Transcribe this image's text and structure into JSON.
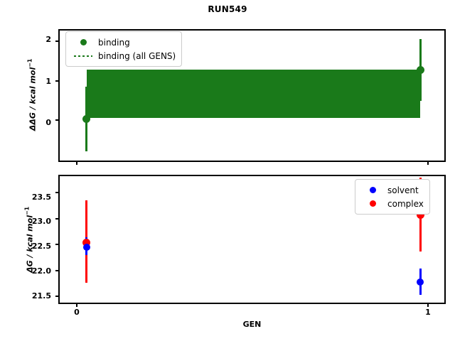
{
  "title": "RUN549",
  "xlabel": "GEN",
  "panels": {
    "top": {
      "ylabel_main": "ΔΔG / kcal mol",
      "ylabel_sup": "−1",
      "yticks": [
        "0",
        "1",
        "2"
      ],
      "legend": [
        {
          "label": "binding",
          "key": "marker",
          "color": "#1a7a1a"
        },
        {
          "label": "binding (all GENS)",
          "key": "dotted",
          "color": "#1a7a1a"
        }
      ]
    },
    "bottom": {
      "ylabel_main": "ΔG / kcal mol",
      "ylabel_sup": "−1",
      "yticks": [
        "21.5",
        "22.0",
        "22.5",
        "23.0",
        "23.5"
      ],
      "legend": [
        {
          "label": "solvent",
          "key": "marker",
          "color": "#0000ff"
        },
        {
          "label": "complex",
          "key": "marker",
          "color": "#ff0000"
        }
      ]
    }
  },
  "xticks": [
    "0",
    "1"
  ],
  "colors": {
    "binding": "#1a7a1a",
    "solvent": "#0000ff",
    "complex": "#ff0000",
    "axis": "#000000",
    "background": "#ffffff"
  },
  "chart_data": [
    {
      "type": "scatter",
      "panel": "top",
      "title": "RUN549",
      "xlabel": "GEN",
      "ylabel": "ΔΔG / kcal mol^-1",
      "xlim": [
        -0.08,
        1.08
      ],
      "ylim": [
        -1.05,
        2.3
      ],
      "xticks": [
        0,
        1
      ],
      "yticks": [
        0,
        1,
        2
      ],
      "grid": false,
      "legend_position": "upper left",
      "series": [
        {
          "name": "binding",
          "color": "#1a7a1a",
          "x": [
            0,
            1
          ],
          "y": [
            0.07,
            1.3
          ],
          "yerr_low": [
            -0.74,
            0.52
          ],
          "yerr_high": [
            0.88,
            2.08
          ]
        },
        {
          "name": "binding (all GENS)",
          "color": "#1a7a1a",
          "style": "dotted",
          "description": "dense cloud of dotted error bars across all GENS spanning the shaded band",
          "band_low": 0.1,
          "band_high": 1.32,
          "x_range": [
            0,
            1
          ]
        }
      ]
    },
    {
      "type": "scatter",
      "panel": "bottom",
      "xlabel": "GEN",
      "ylabel": "ΔG / kcal mol^-1",
      "xlim": [
        -0.08,
        1.08
      ],
      "ylim": [
        21.35,
        23.85
      ],
      "xticks": [
        0,
        1
      ],
      "yticks": [
        21.5,
        22.0,
        22.5,
        23.0,
        23.5
      ],
      "grid": false,
      "legend_position": "upper right",
      "series": [
        {
          "name": "solvent",
          "color": "#0000ff",
          "x": [
            0,
            1
          ],
          "y": [
            22.48,
            21.81
          ],
          "yerr_low": [
            22.32,
            21.56
          ],
          "yerr_high": [
            22.67,
            22.06
          ]
        },
        {
          "name": "complex",
          "color": "#ff0000",
          "x": [
            0,
            1
          ],
          "y": [
            22.57,
            23.1
          ],
          "yerr_low": [
            21.79,
            22.4
          ],
          "yerr_high": [
            23.38,
            23.82
          ]
        }
      ]
    }
  ]
}
